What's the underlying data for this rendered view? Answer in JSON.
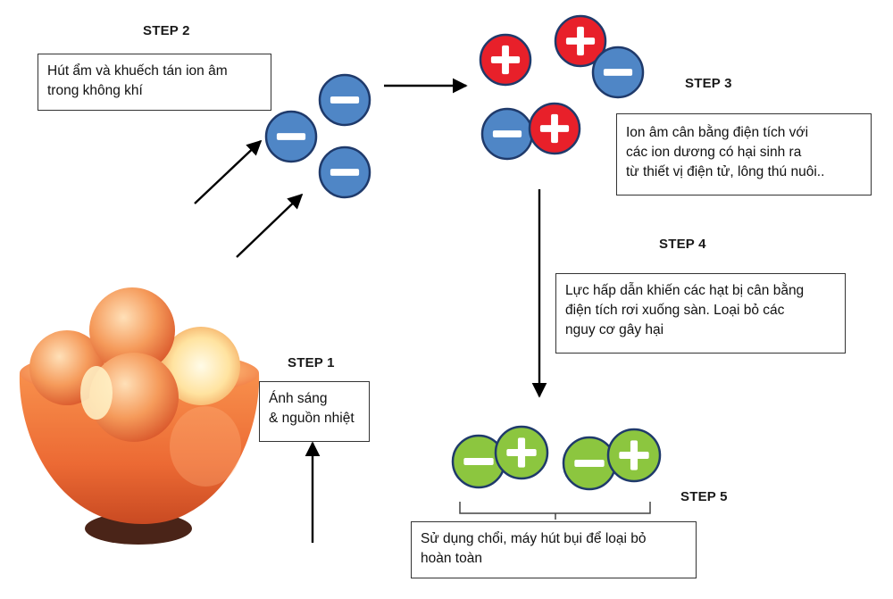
{
  "steps": {
    "step1": {
      "label": "STEP 1",
      "lines": [
        "Ánh sáng",
        "& nguồn nhiệt"
      ]
    },
    "step2": {
      "label": "STEP 2",
      "lines": [
        "Hút ẩm và khuếch tán ion âm",
        "trong không khí"
      ]
    },
    "step3": {
      "label": "STEP 3",
      "lines": [
        "Ion âm cân bằng điện tích với",
        "các ion dương có hại sinh ra",
        "từ thiết vị điện tử, lông thú nuôi.."
      ]
    },
    "step4": {
      "label": "STEP 4",
      "lines": [
        "Lực hấp dẫn khiến các hạt bị cân bằng",
        "điện tích rơi xuống sàn. Loại bỏ các",
        "nguy cơ gây hại"
      ]
    },
    "step5": {
      "label": "STEP 5",
      "lines": [
        "Sử dụng chổi, máy hút bụi để loại bỏ",
        "hoàn toàn"
      ]
    }
  },
  "ions": {
    "negative_color": "#4f86c6",
    "positive_color": "#e8202a",
    "neutral_color": "#8cc63f",
    "outline_color": "#1f3a6b"
  },
  "lamp": {
    "bowl_color": "#f07a3c",
    "glow_color": "#ffe7b0",
    "base_color": "#5a2a1c"
  }
}
